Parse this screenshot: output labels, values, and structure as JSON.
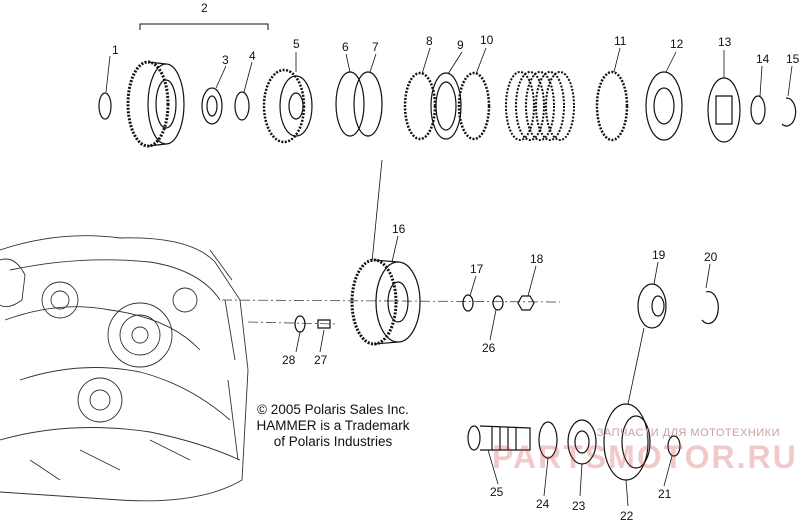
{
  "diagram": {
    "callouts": [
      "1",
      "2",
      "3",
      "4",
      "5",
      "6",
      "7",
      "8",
      "9",
      "10",
      "11",
      "12",
      "13",
      "14",
      "15",
      "16",
      "17",
      "18",
      "19",
      "20",
      "21",
      "22",
      "23",
      "24",
      "25",
      "26",
      "27",
      "28"
    ],
    "copyright_lines": [
      "© 2005 Polaris Sales Inc.",
      "HAMMER is a Trademark",
      "of Polaris Industries"
    ]
  },
  "watermark": {
    "top_text": "ЗАПЧАСТИ ДЛЯ МОТОТЕХНИКИ",
    "main_text": "PARTSMOTOR.RU"
  },
  "colors": {
    "line": "#111111",
    "watermark": "#d23c3c"
  }
}
